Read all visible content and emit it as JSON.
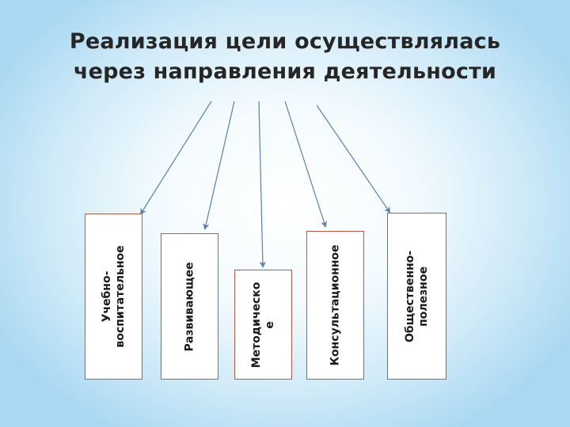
{
  "title": {
    "line1": "Реализация цели осуществлялась",
    "line2": "через направления деятельности"
  },
  "directions": [
    {
      "line1": "Учебно-",
      "line2": "воспитательное"
    },
    {
      "line1": "Развивающее",
      "line2": ""
    },
    {
      "line1": "Методическо",
      "line2": "е"
    },
    {
      "line1": "Консультационное",
      "line2": ""
    },
    {
      "line1": "Общественно-",
      "line2": "полезное"
    }
  ],
  "colors": {
    "arrow": "#5b7fae",
    "box_border": "#b05a4a",
    "title": "#262626"
  }
}
